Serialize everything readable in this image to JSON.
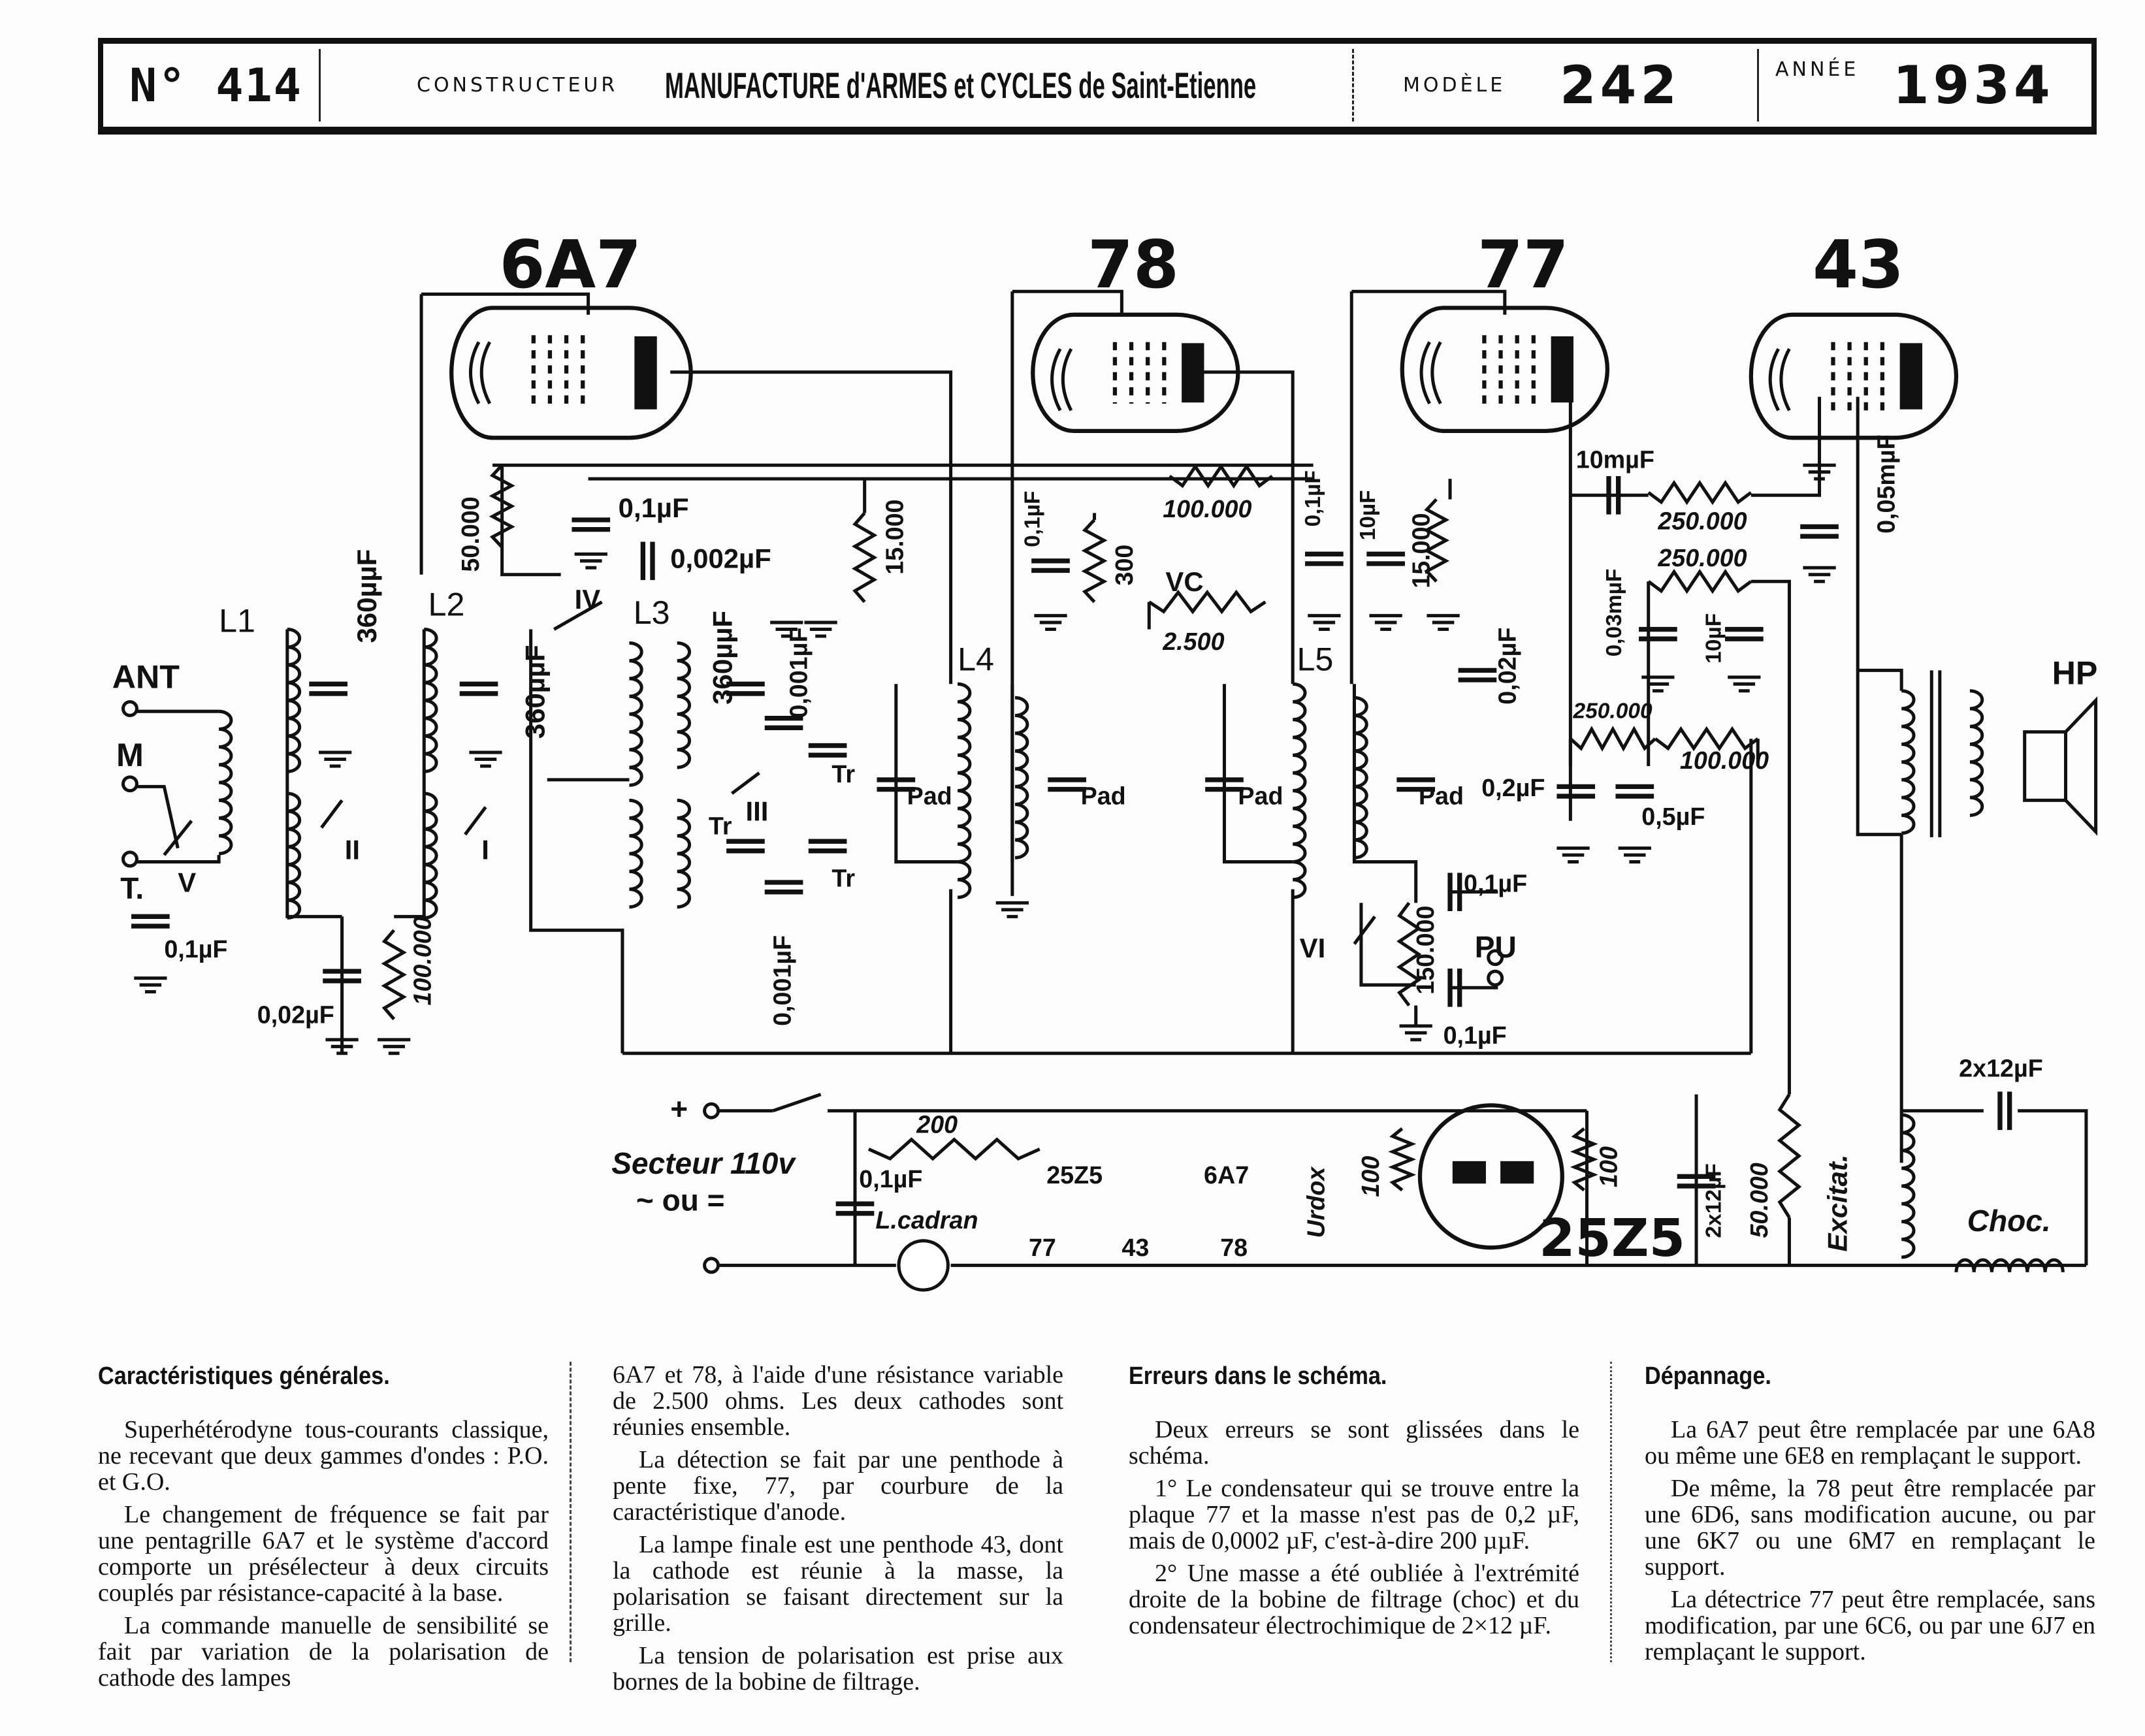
{
  "header": {
    "number": "N° 414",
    "constructeur_label": "CONSTRUCTEUR",
    "manufacturer": "MANUFACTURE d'ARMES et CYCLES de Saint-Etienne",
    "modele_label": "MODÈLE",
    "modele": "242",
    "annee_label": "ANNÉE",
    "annee": "1934"
  },
  "schematic": {
    "labels": [
      "6A7",
      "78",
      "77",
      "43",
      "ANT",
      "M",
      "T.",
      "V",
      "L1",
      "L2",
      "L3",
      "L4",
      "L5",
      "II",
      "I",
      "IV",
      "III",
      "VI",
      "360µµF",
      "360µµF",
      "360µµF",
      "50.000",
      "0,1µF",
      "0,002µF",
      "0,001µF",
      "0,001µF",
      "Tr",
      "Tr",
      "Tr",
      "15.000",
      "Pad",
      "Pad",
      "Pad",
      "Pad",
      "0,1µF",
      "300",
      "100.000",
      "VC",
      "2.500",
      "0,1µF",
      "10µF",
      "15.000",
      "0,02µF",
      "10mµF",
      "250.000",
      "250.000",
      "0,03mµF",
      "10µF",
      "0,05mµF",
      "HP",
      "250.000",
      "100.000",
      "0,2µF",
      "0,5µF",
      "0,1µF",
      "PU",
      "150.000",
      "0,1µF",
      "0,1µF",
      "0,02µF",
      "100.000",
      "+",
      "200",
      "Secteur 110v",
      "~ ou =",
      "0,1µF",
      "L.cadran",
      "25Z5",
      "6A7",
      "77",
      "43",
      "78",
      "Urdox",
      "100",
      "100",
      "25Z5",
      "2x12µF",
      "50.000",
      "Excitat.",
      "Choc.",
      "2x12µF"
    ]
  },
  "columns": [
    {
      "heading": "Caractéristiques générales.",
      "paragraphs": [
        "Superhétérodyne tous-courants classique, ne recevant que deux gammes d'ondes : P.O. et G.O.",
        "Le changement de fréquence se fait par une pentagrille 6A7 et le système d'accord comporte un présélecteur à deux circuits couplés par résistance-capacité à la base.",
        "La commande manuelle de sensibilité se fait par variation de la polarisation de cathode des lampes"
      ]
    },
    {
      "heading": "",
      "paragraphs": [
        "6A7 et 78, à l'aide d'une résistance variable de 2.500 ohms. Les deux cathodes sont réunies ensemble.",
        "La détection se fait par une penthode à pente fixe, 77, par courbure de la caractéristique d'anode.",
        "La lampe finale est une penthode 43, dont la cathode est réunie à la masse, la polarisation se faisant directement sur la grille.",
        "La tension de polarisation est prise aux bornes de la bobine de filtrage."
      ]
    },
    {
      "heading": "Erreurs dans le schéma.",
      "paragraphs": [
        "Deux erreurs se sont glissées dans le schéma.",
        "1° Le condensateur qui se trouve entre la plaque 77 et la masse n'est pas de 0,2 µF, mais de 0,0002 µF, c'est-à-dire 200 µµF.",
        "2° Une masse a été oubliée à l'extrémité droite de la bobine de filtrage (choc) et du condensateur électrochimique de 2×12 µF."
      ]
    },
    {
      "heading": "Dépannage.",
      "paragraphs": [
        "La 6A7 peut être remplacée par une 6A8 ou même une 6E8 en remplaçant le support.",
        "De même, la 78 peut être remplacée par une 6D6, sans modification aucune, ou par une 6K7 ou une 6M7 en remplaçant le support.",
        "La détectrice 77 peut être remplacée, sans modification, par une 6C6, ou par une 6J7 en remplaçant le support."
      ]
    }
  ]
}
